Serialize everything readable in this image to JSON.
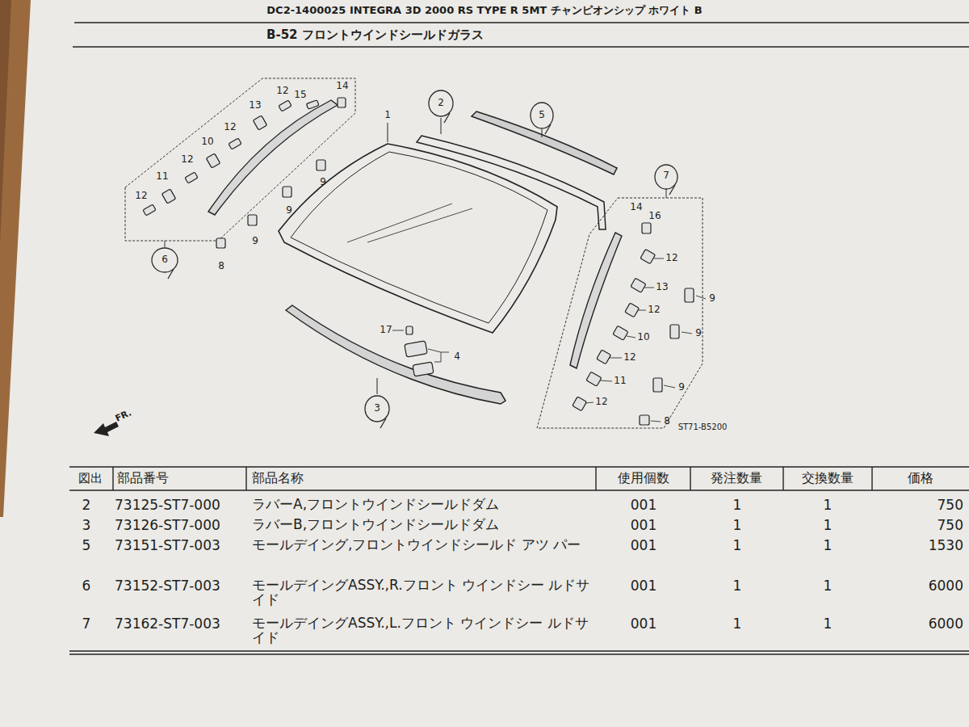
{
  "diagram": {
    "title": "B-52 フロントウインドシールドガラス",
    "labels": [
      "DC2-1400025 INTEGRA 3D 2000 RS TYPE R 5MT チャンピオンシップ ホワイト B",
      "1",
      "2",
      "5",
      "12",
      "15",
      "14",
      "13",
      "12",
      "10",
      "12",
      "11",
      "12",
      "9",
      "9",
      "9",
      "6",
      "8",
      "7",
      "14",
      "16",
      "12",
      "13",
      "12",
      "9",
      "9",
      "10",
      "12",
      "11",
      "9",
      "12",
      "8",
      "17",
      "4",
      "3",
      "FR.",
      "ST71-B5200",
      "図出",
      "部品番号",
      "部品名称",
      "使用個数",
      "発注数量",
      "交換数量",
      "価格",
      "2",
      "73125-ST7-000",
      "ラバーA,フロントウインドシールドダム",
      "001",
      "1",
      "1",
      "750",
      "3",
      "73126-ST7-000",
      "ラバーB,フロントウインドシールドダム",
      "001",
      "1",
      "1",
      "750",
      "5",
      "73151-ST7-003",
      "モールデイング,フロントウインドシールド アツ パー",
      "001",
      "1",
      "1",
      "1530",
      "6",
      "73152-ST7-003",
      "モールデイングASSY.,R.フロント ウインドシー ルドサイド",
      "001",
      "1",
      "1",
      "6000",
      "7",
      "73162-ST7-003",
      "モールデイングASSY.,L.フロント ウインドシー ルドサイド",
      "001",
      "1",
      "1",
      "6000"
    ]
  }
}
